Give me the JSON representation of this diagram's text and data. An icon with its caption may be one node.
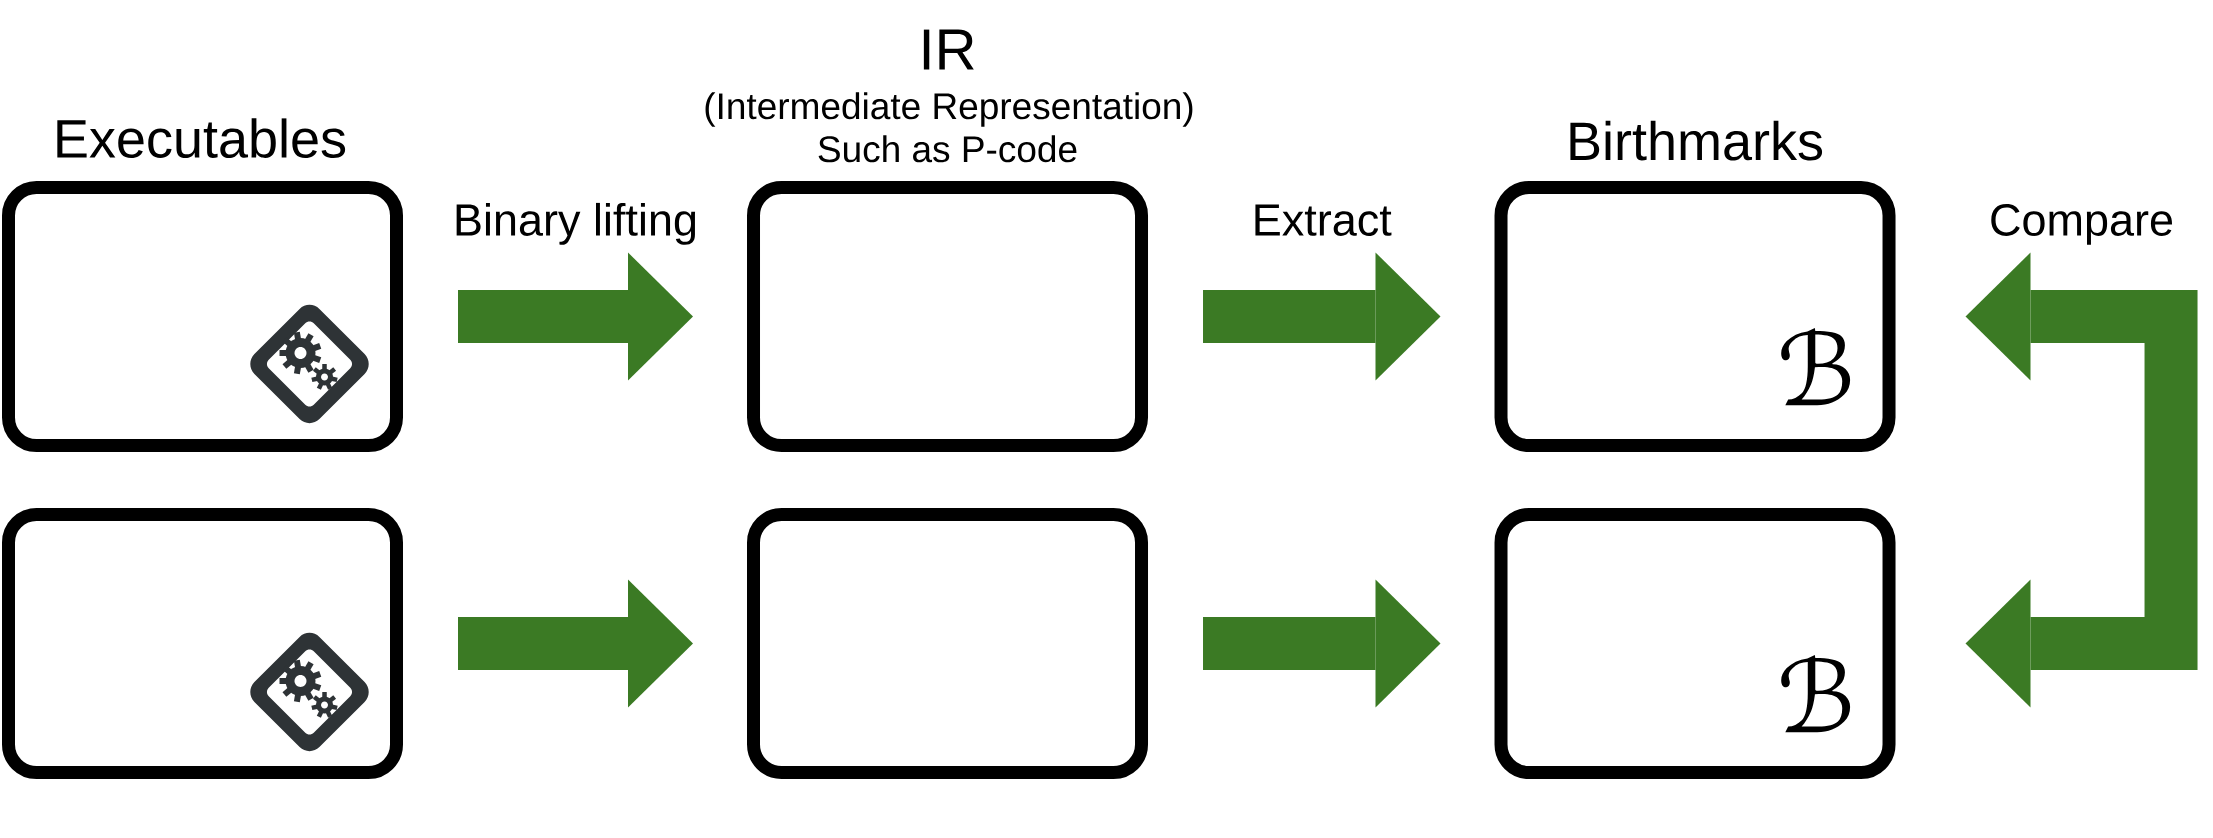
{
  "diagram": {
    "nodes": [
      {
        "text": [],
        "shape": "box",
        "beside": [
          "Executables"
        ]
      },
      {
        "text": [],
        "shape": "box",
        "beside": [
          "IR",
          "(Intermediate Representation)",
          "Such as P-code"
        ]
      },
      {
        "text": [
          "ℬ"
        ],
        "beside": [
          "Birthmarks"
        ]
      },
      {
        "text": [],
        "shape": "box"
      },
      {
        "text": [],
        "shape": "box"
      },
      {
        "text": [
          "ℬ"
        ]
      }
    ],
    "edges": [
      {
        "from": 0,
        "to": 1,
        "arrow": "to",
        "label": "Binary lifting"
      },
      {
        "from": 3,
        "to": 4,
        "arrow": "to"
      },
      {
        "from": 1,
        "to": 2,
        "arrow": "to",
        "label": "Extract"
      },
      {
        "from": 4,
        "to": 5,
        "arrow": "to"
      },
      {
        "from": 2,
        "to": 5,
        "arrow": "both",
        "label": "Compare"
      }
    ]
  }
}
